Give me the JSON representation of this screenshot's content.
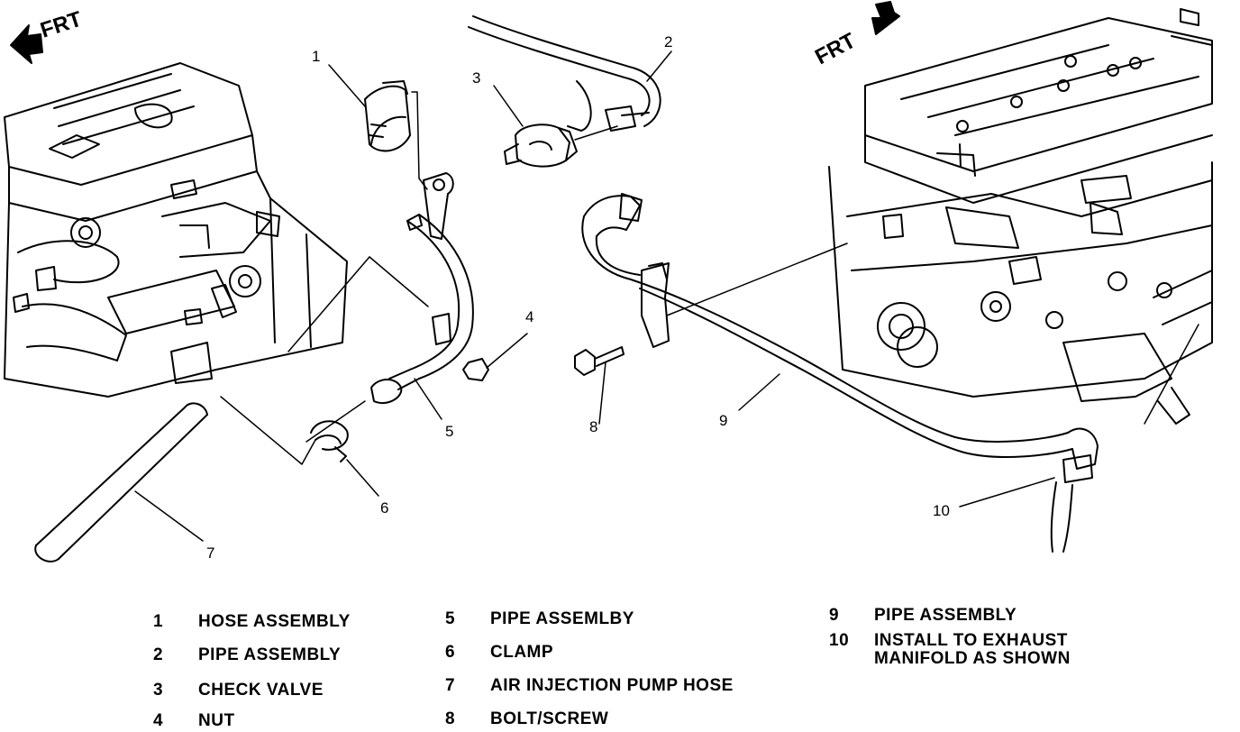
{
  "diagram": {
    "frt_left": "FRT",
    "frt_right": "FRT",
    "callouts": [
      "1",
      "2",
      "3",
      "4",
      "5",
      "6",
      "7",
      "8",
      "9",
      "10"
    ]
  },
  "legend": [
    {
      "num": "1",
      "label": "HOSE ASSEMBLY"
    },
    {
      "num": "2",
      "label": "PIPE ASSEMBLY"
    },
    {
      "num": "3",
      "label": "CHECK VALVE"
    },
    {
      "num": "4",
      "label": "NUT"
    },
    {
      "num": "5",
      "label": "PIPE ASSEMLBY"
    },
    {
      "num": "6",
      "label": "CLAMP"
    },
    {
      "num": "7",
      "label": "AIR INJECTION PUMP HOSE"
    },
    {
      "num": "8",
      "label": "BOLT/SCREW"
    },
    {
      "num": "9",
      "label": "PIPE ASSEMBLY"
    },
    {
      "num": "10",
      "label": "INSTALL TO EXHAUST\nMANIFOLD AS SHOWN"
    }
  ]
}
